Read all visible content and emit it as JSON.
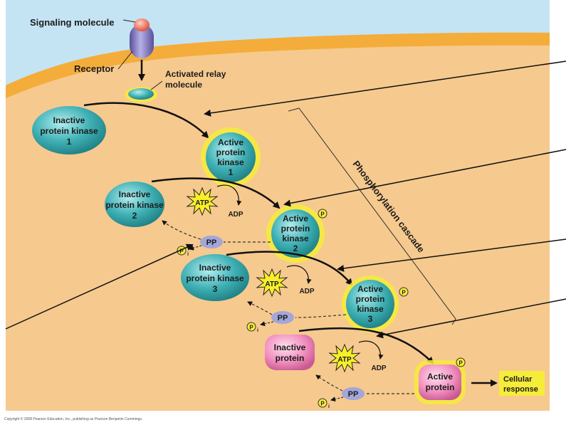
{
  "labels": {
    "signaling_molecule": "Signaling molecule",
    "receptor": "Receptor",
    "activated_relay_1": "Activated relay",
    "activated_relay_2": "molecule",
    "cascade": "Phosphorylation cascade",
    "cellular_1": "Cellular",
    "cellular_2": "response"
  },
  "inactive_kinase_1": [
    "Inactive",
    "protein kinase",
    "1"
  ],
  "active_kinase_1": [
    "Active",
    "protein",
    "kinase",
    "1"
  ],
  "inactive_kinase_2": [
    "Inactive",
    "protein kinase",
    "2"
  ],
  "active_kinase_2": [
    "Active",
    "protein",
    "kinase",
    "2"
  ],
  "inactive_kinase_3": [
    "Inactive",
    "protein kinase",
    "3"
  ],
  "active_kinase_3": [
    "Active",
    "protein",
    "kinase",
    "3"
  ],
  "inactive_protein": [
    "Inactive",
    "protein"
  ],
  "active_protein": [
    "Active",
    "protein"
  ],
  "atp": "ATP",
  "adp": "ADP",
  "pp": "PP",
  "p": "P",
  "pi": "P",
  "pi_sub": "i",
  "copyright": "Copyright © 2008 Pearson Education, Inc., publishing as Pearson Benjamin Cummings.",
  "colors": {
    "cytoplasm": "#f6c98e",
    "extracellular": "#c4e4f4",
    "membrane": "#f4ad3a",
    "kinase": "#3fb0b4",
    "protein": "#f28fc0",
    "glow": "#f6ec3a",
    "pp": "#a3a6d8"
  }
}
